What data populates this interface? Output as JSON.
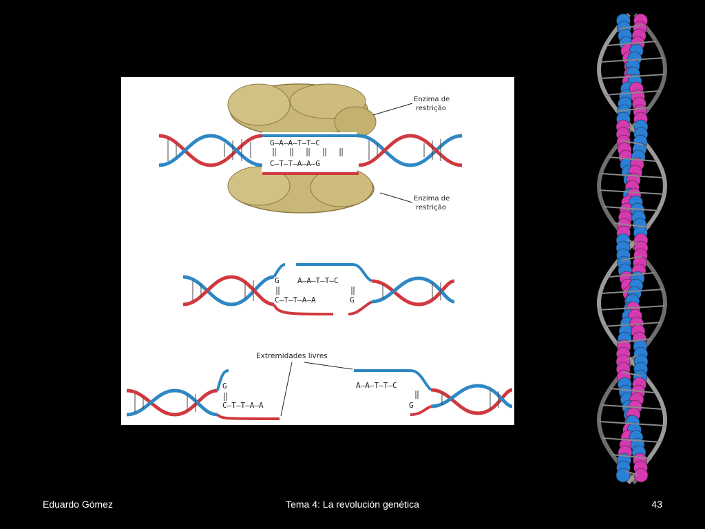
{
  "diagram": {
    "enzyme_label_top": [
      "Enzima de",
      "restrição"
    ],
    "enzyme_label_bottom": [
      "Enzima de",
      "restrição"
    ],
    "free_ends_label": "Extremidades livres",
    "stage1": {
      "top_seq": "G–A–A–T–T–C",
      "bottom_seq": "C–T–T–A–A–G"
    },
    "stage2": {
      "top_left": "G",
      "top_right": "A–A–T–T–C",
      "bottom_left": "C–T–T–A–A",
      "bottom_right": "G"
    },
    "stage3": {
      "left_top": "G",
      "left_bottom": "C–T–T–A–A",
      "right_top": "A–A–T–T–C",
      "right_bottom": "G"
    },
    "colors": {
      "strand_a": "#2f87c4",
      "strand_b": "#d0393e",
      "enzyme": "#c9b777"
    }
  },
  "footer": {
    "author": "Eduardo Gómez",
    "title": "Tema 4: La revolución genética",
    "page": "43"
  }
}
